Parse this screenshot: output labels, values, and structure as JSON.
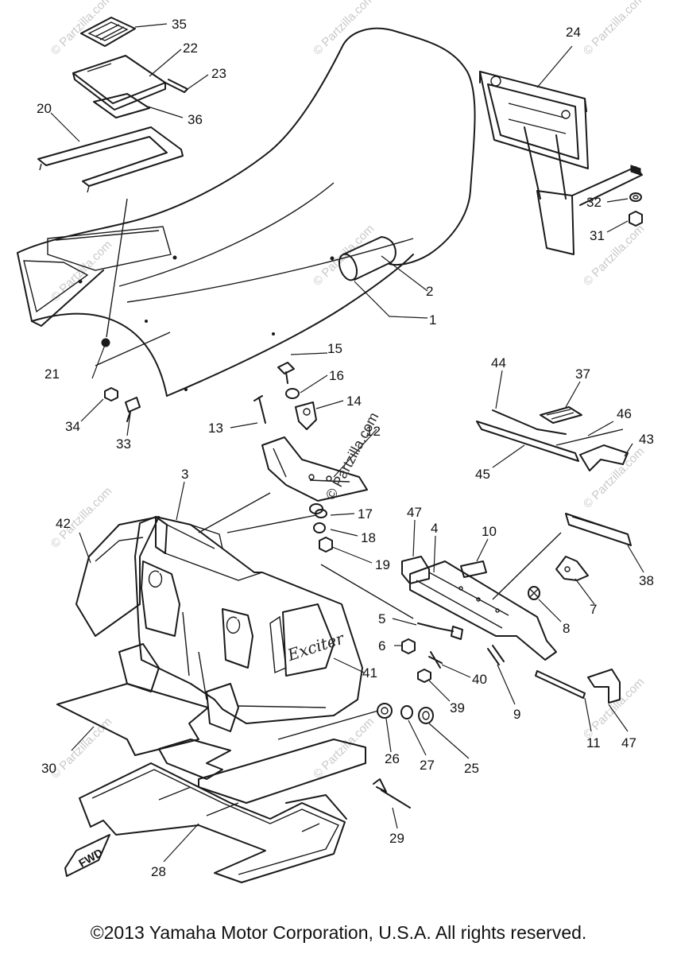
{
  "diagram": {
    "callouts": [
      "35",
      "22",
      "23",
      "36",
      "20",
      "24",
      "32",
      "31",
      "2",
      "1",
      "21",
      "15",
      "16",
      "14",
      "34",
      "33",
      "13",
      "12",
      "37",
      "44",
      "46",
      "43",
      "45",
      "3",
      "42",
      "17",
      "18",
      "19",
      "47",
      "4",
      "10",
      "38",
      "7",
      "8",
      "5",
      "6",
      "40",
      "9",
      "39",
      "41",
      "26",
      "27",
      "25",
      "30",
      "11",
      "47",
      "29",
      "28"
    ],
    "badge_text": "FWD",
    "emblem_text": "Exciter",
    "watermark_text": "© Partzilla.com",
    "center_watermark": "© Partzilla.com"
  },
  "footer": {
    "copyright": "©2013 Yamaha Motor Corporation, U.S.A. All rights reserved."
  }
}
